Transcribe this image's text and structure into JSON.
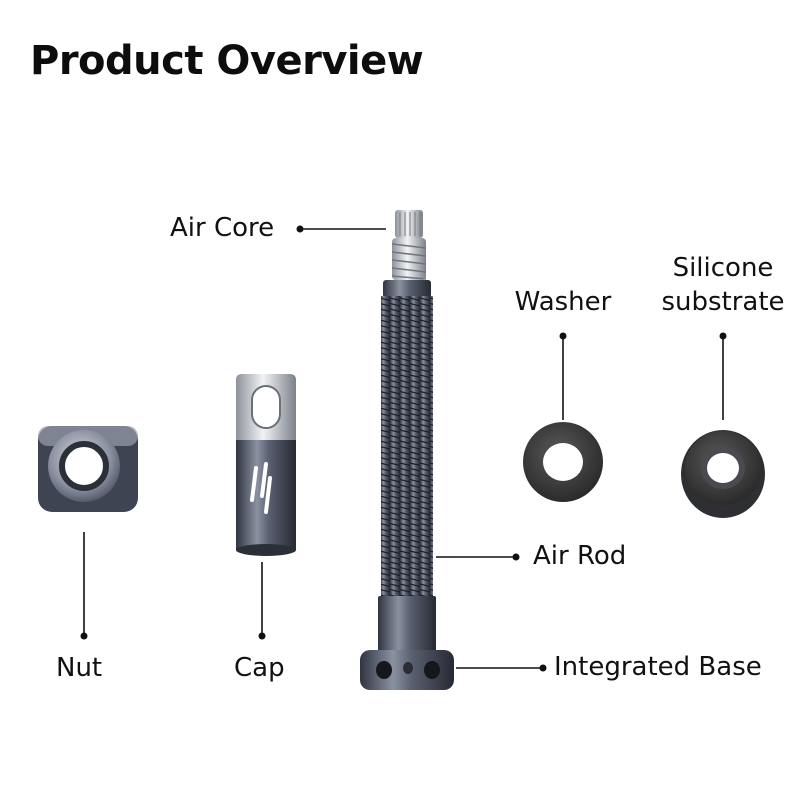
{
  "title": "Product Overview",
  "labels": {
    "air_core": "Air Core",
    "washer": "Washer",
    "silicone_line1": "Silicone",
    "silicone_line2": "substrate",
    "air_rod": "Air Rod",
    "integrated_base": "Integrated Base",
    "nut": "Nut",
    "cap": "Cap"
  },
  "colors": {
    "metal_dark": "#3d4350",
    "metal_mid": "#6b7282",
    "metal_light": "#c9ced8",
    "rubber": "#3a3a3a",
    "text": "#111111"
  }
}
